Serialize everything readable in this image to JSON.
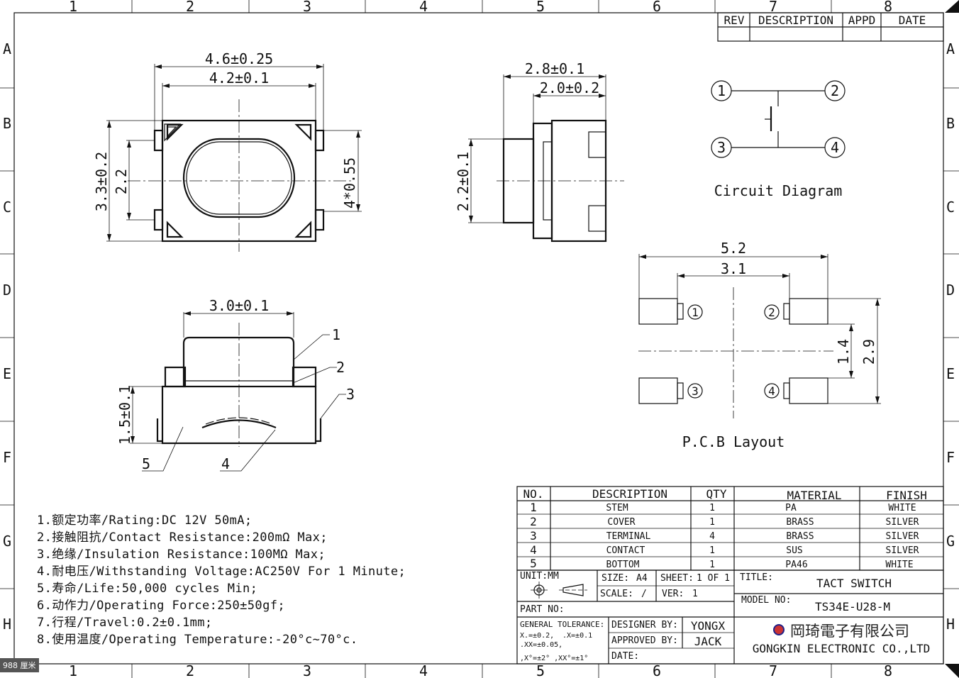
{
  "frame": {
    "columns": [
      "1",
      "2",
      "3",
      "4",
      "5",
      "6",
      "7",
      "8"
    ],
    "rows": [
      "A",
      "B",
      "C",
      "D",
      "E",
      "F",
      "G",
      "H"
    ]
  },
  "revision_block": {
    "headers": [
      "REV",
      "DESCRIPTION",
      "APPD",
      "DATE"
    ]
  },
  "top_view": {
    "dim_overall": "4.6±0.25",
    "dim_body": "4.2±0.1",
    "dim_height": "3.3±0.2",
    "dim_pitch": "2.2",
    "dim_lead": "4*0.55"
  },
  "side_view": {
    "dim_total": "2.8±0.1",
    "dim_body": "2.0±0.2",
    "dim_height": "2.2±0.1"
  },
  "front_view": {
    "dim_stem": "3.0±0.1",
    "dim_height": "1.5±0.1",
    "callouts": [
      "1",
      "2",
      "3",
      "4",
      "5"
    ]
  },
  "circuit": {
    "title": "Circuit Diagram",
    "pins": [
      "1",
      "2",
      "3",
      "4"
    ]
  },
  "pcb": {
    "title": "P.C.B Layout",
    "dim_outer": "5.2",
    "dim_inner": "3.1",
    "dim_pitch": "1.4",
    "dim_height": "2.9",
    "pins": [
      "1",
      "2",
      "3",
      "4"
    ]
  },
  "notes": [
    "1.额定功率/Rating:DC 12V 50mA;",
    "2.接触阻抗/Contact Resistance:200mΩ Max;",
    "3.绝缘/Insulation Resistance:100MΩ Max;",
    "4.耐电压/Withstanding Voltage:AC250V For 1 Minute;",
    "5.寿命/Life:50,000 cycles Min;",
    "6.动作力/Operating Force:250±50gf;",
    "7.行程/Travel:0.2±0.1mm;",
    "8.使用温度/Operating Temperature:-20°c~70°c."
  ],
  "bom": {
    "headers": [
      "NO.",
      "DESCRIPTION",
      "QTY",
      "MATERIAL",
      "FINISH"
    ],
    "rows": [
      [
        "1",
        "STEM",
        "1",
        "PA",
        "WHITE"
      ],
      [
        "2",
        "COVER",
        "1",
        "BRASS",
        "SILVER"
      ],
      [
        "3",
        "TERMINAL",
        "4",
        "BRASS",
        "SILVER"
      ],
      [
        "4",
        "CONTACT",
        "1",
        "SUS",
        "SILVER"
      ],
      [
        "5",
        "BOTTOM",
        "1",
        "PA46",
        "WHITE"
      ]
    ]
  },
  "title_block": {
    "unit_label": "UNIT:MM",
    "size_label": "SIZE:",
    "size_value": "A4",
    "sheet_label": "SHEET:",
    "sheet_value": "1 OF 1",
    "scale_label": "SCALE:",
    "scale_value": "/",
    "ver_label": "VER:",
    "ver_value": "1",
    "title_label": "TITLE:",
    "title_value": "TACT SWITCH",
    "model_label": "MODEL NO:",
    "model_value": "TS34E-U28-M",
    "part_label": "PART NO:",
    "tolerance_label": "GENERAL TOLERANCE:",
    "tolerance_1a": "X.=±0.2,",
    "tolerance_1b": ".X=±0.1",
    "tolerance_2": ".XX=±0.05,",
    "tolerance_3": ",X°=±2° ,XX°=±1°",
    "designer_label": "DESIGNER BY:",
    "designer_value": "YONGX",
    "approved_label": "APPROVED BY:",
    "approved_value": "JACK",
    "date_label": "DATE:",
    "company_cn": "岡琦電子有限公司",
    "company_en": "GONGKIN ELECTRONIC CO.,LTD"
  },
  "scale_tag": "988 厘米"
}
